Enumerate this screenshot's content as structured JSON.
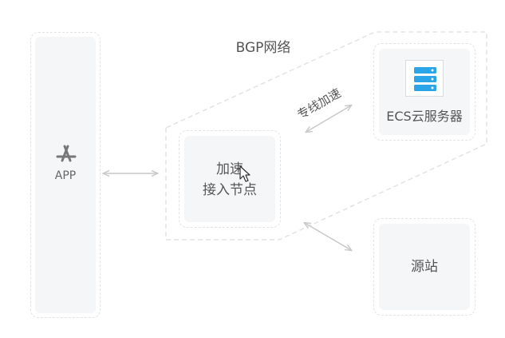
{
  "network": {
    "label": "BGP网络"
  },
  "app": {
    "label": "APP",
    "icon": "app-store-icon"
  },
  "node": {
    "line1": "加速",
    "line2": "接入节点"
  },
  "ecs": {
    "label": "ECS云服务器",
    "icon": "server-icon"
  },
  "origin": {
    "label": "源站"
  },
  "link": {
    "label": "专线加速"
  },
  "colors": {
    "dashed_border": "#e3e3e3",
    "panel_fill": "#f5f6f8",
    "arrow": "#c8c8c8",
    "server_accent": "#2aa6e8",
    "text": "#555555"
  }
}
